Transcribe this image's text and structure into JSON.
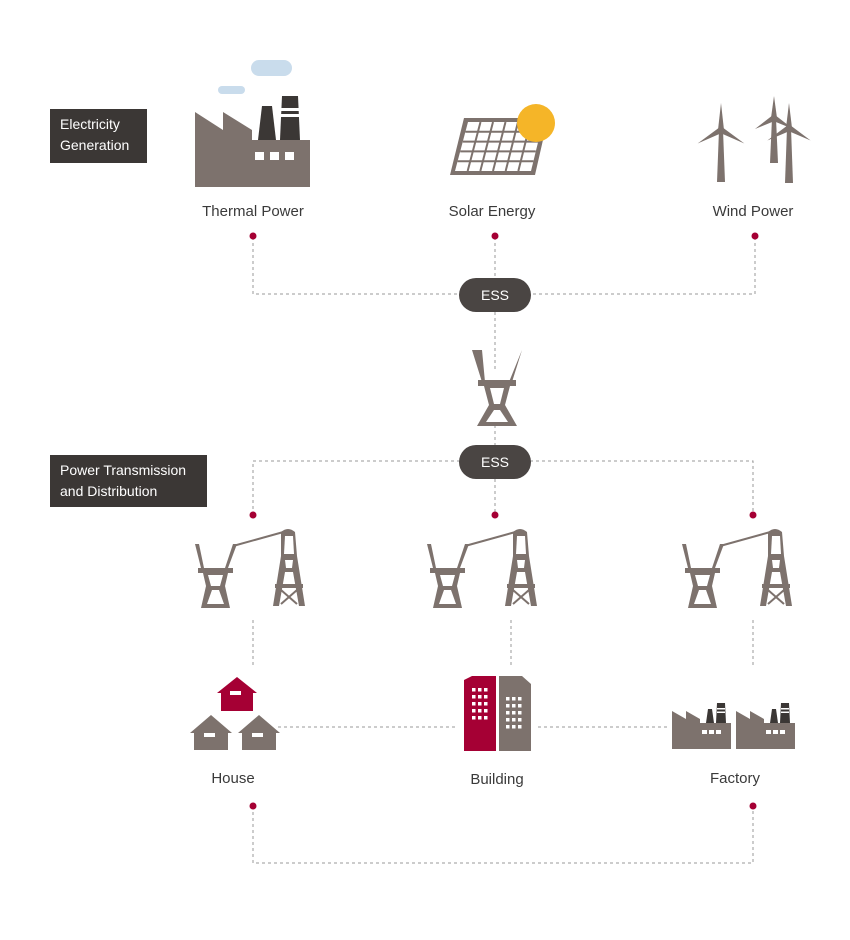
{
  "sections": {
    "generation": {
      "line1": "Electricity",
      "line2": "Generation"
    },
    "transmission": {
      "line1": "Power Transmission",
      "line2": "and Distribution"
    }
  },
  "sources": {
    "thermal": "Thermal Power",
    "solar": "Solar Energy",
    "wind": "Wind Power"
  },
  "ess": {
    "top": "ESS",
    "bottom": "ESS"
  },
  "consumers": {
    "house": "House",
    "building": "Building",
    "factory": "Factory"
  },
  "colors": {
    "icon_gray": "#7d726d",
    "accent_red": "#a50034",
    "sun": "#f5b528",
    "cloud": "#c9dcec",
    "label_bg": "#3b3735",
    "ess_bg": "#4a4543",
    "line": "#9a9a9a"
  }
}
